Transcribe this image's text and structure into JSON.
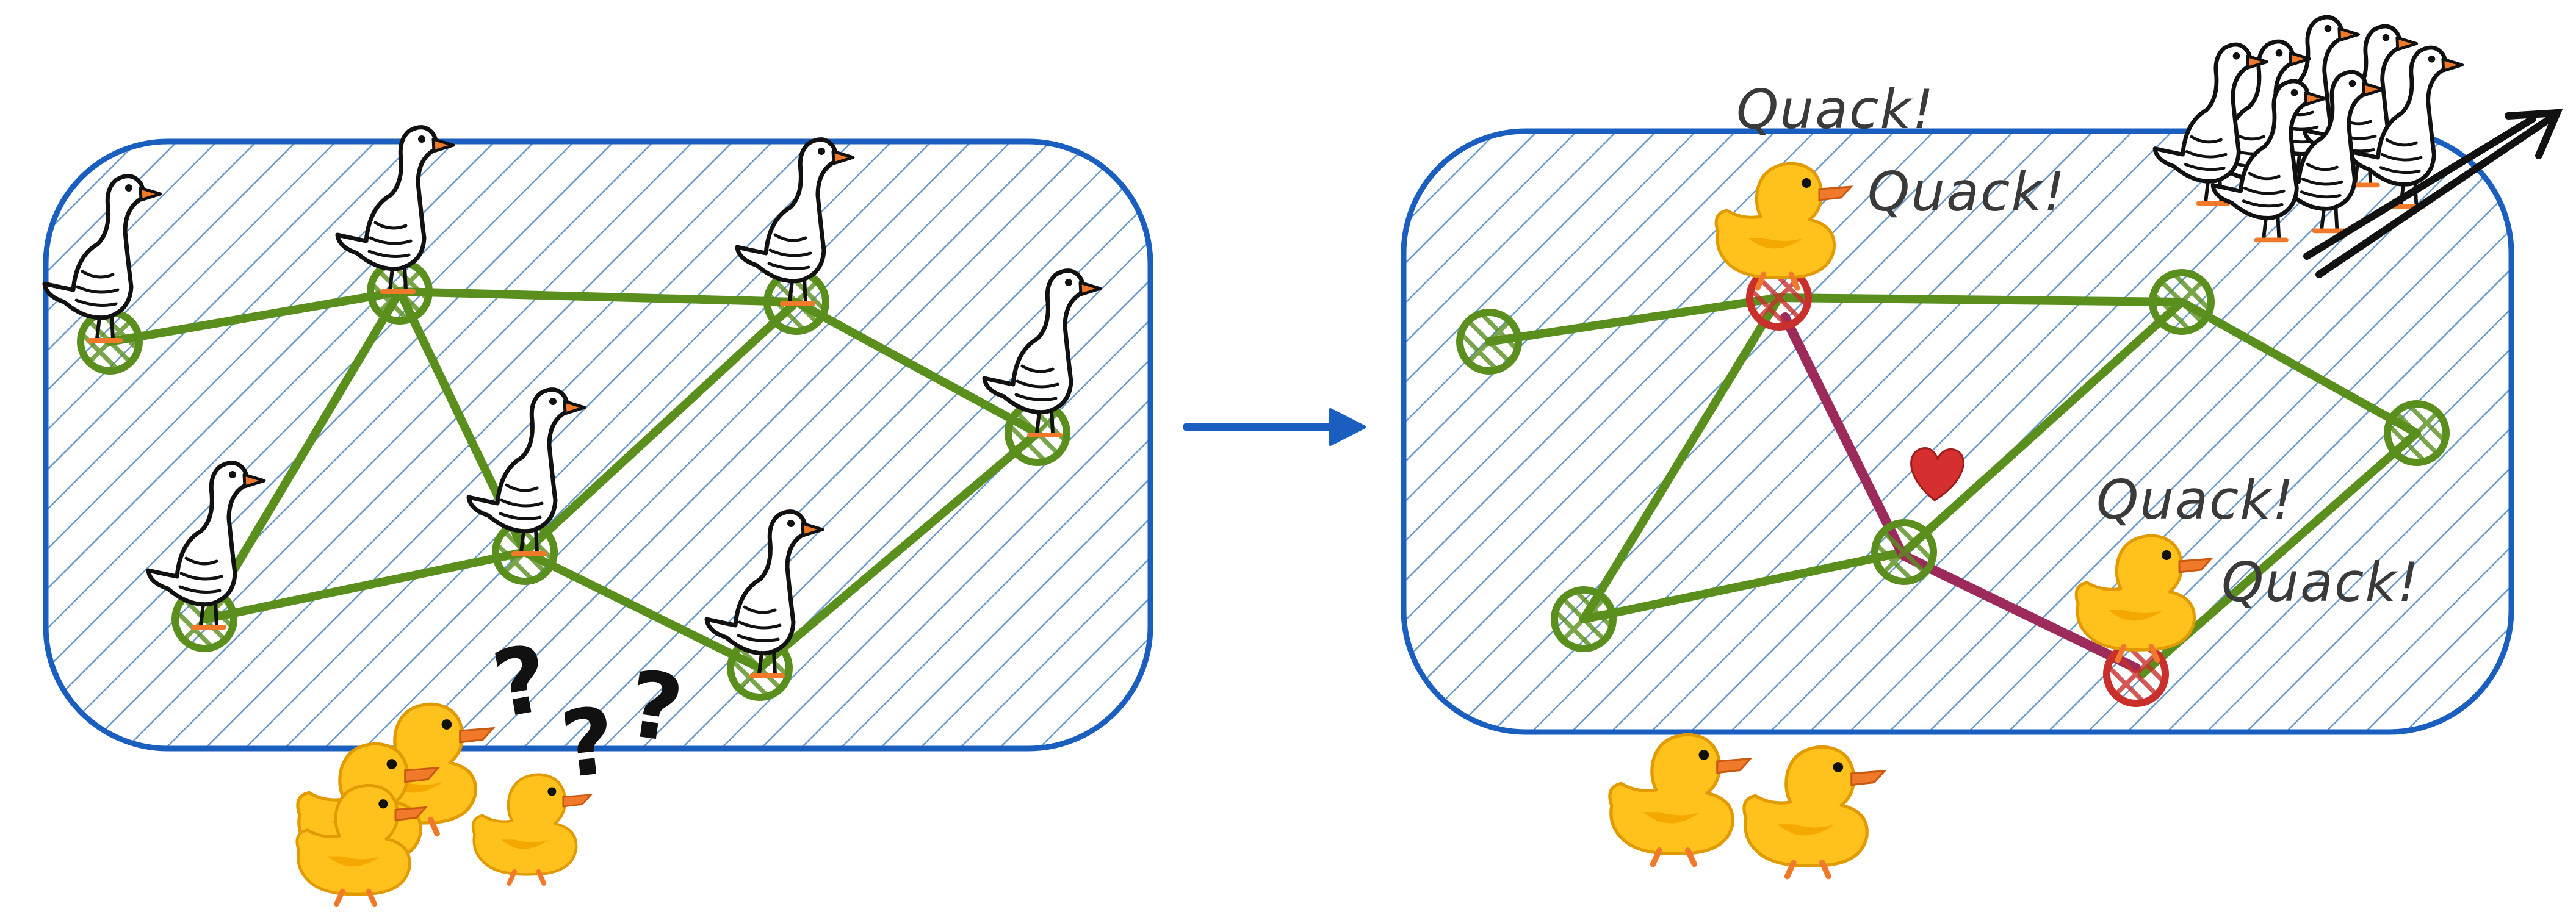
{
  "colors": {
    "frame": "#1a5fbf",
    "hatch": "#6a9ac9",
    "edge": "#5a8f1e",
    "node": "#5a8f1e",
    "highlight_node": "#c9302c",
    "highlight_edge": "#9c2a5a",
    "arrow": "#1a5fbf",
    "heart": "#d62f2f",
    "goose_body": "#ffffff",
    "goose_beak": "#f07a2a",
    "duck_body": "#ffc21c",
    "duck_beak": "#f07a2a"
  },
  "left_panel": {
    "question_marks": [
      "?",
      "?",
      "?"
    ],
    "icons": [
      "goose-icon",
      "duck-icon",
      "question-mark-icon"
    ]
  },
  "right_panel": {
    "quacks": [
      "Quack!",
      "Quack!",
      "Quack!",
      "Quack!"
    ],
    "icons": [
      "goose-icon",
      "duck-icon",
      "heart-icon",
      "departure-arrow-icon"
    ]
  },
  "transition": {
    "icon": "right-arrow-icon"
  }
}
